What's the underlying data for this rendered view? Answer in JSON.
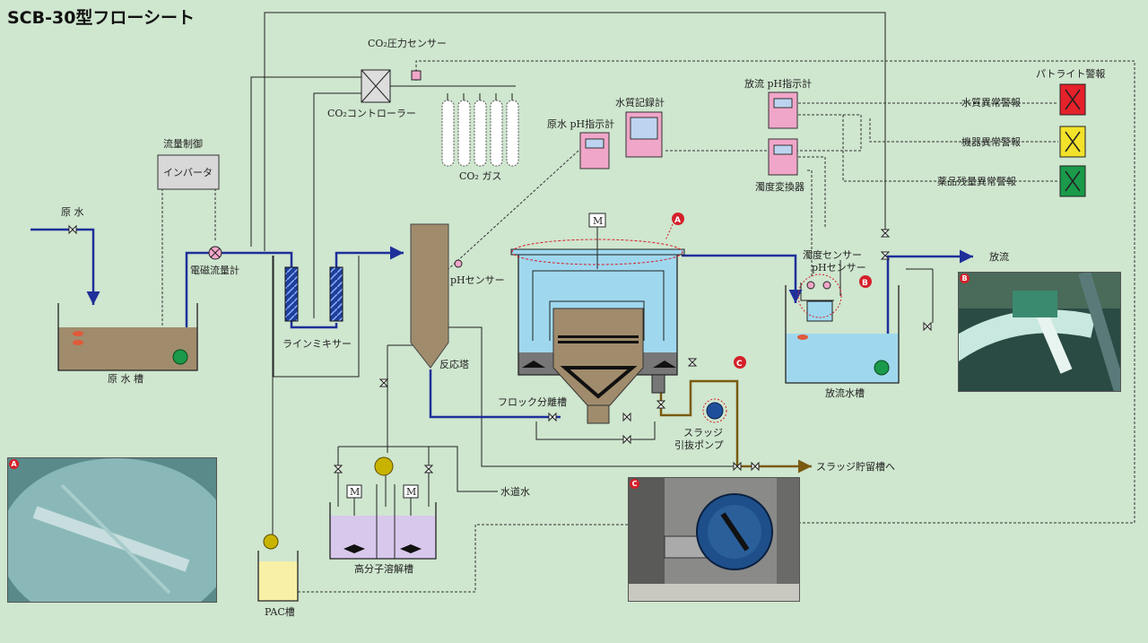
{
  "title": "SCB-30型フローシート",
  "labels": {
    "co2_pressure_sensor": "CO₂圧力センサー",
    "co2_controller": "CO₂コントローラー",
    "co2_gas": "CO₂ ガス",
    "flow_control": "流量制御",
    "inverter": "インバータ",
    "raw_water": "原 水",
    "em_flowmeter": "電磁流量計",
    "raw_water_tank": "原 水 槽",
    "line_mixer": "ラインミキサー",
    "ph_sensor": "pHセンサー",
    "reaction_tower": "反応塔",
    "raw_ph_indicator": "原水 pH指示計",
    "water_quality_recorder": "水質記録計",
    "discharge_ph_indicator": "放流 pH指示計",
    "turbidity_converter": "濁度変換器",
    "patlite_alarm": "パトライト警報",
    "water_quality_alarm": "水質異常警報",
    "equipment_alarm": "機器異常警報",
    "chemical_alarm": "薬品残量異常警報",
    "discharge": "放流",
    "turbidity_sensor": "濁度センサー",
    "ph_sensor_2": "pHセンサー",
    "discharge_tank": "放流水槽",
    "floc_separator": "フロック分離槽",
    "sludge_pump_1": "スラッジ",
    "sludge_pump_2": "引抜ポンプ",
    "sludge_storage": "スラッジ貯留槽へ",
    "tap_water": "水道水",
    "polymer_tank": "高分子溶解槽",
    "pac_tank": "PAC槽",
    "motor": "M"
  },
  "markers": {
    "a": "A",
    "b": "B",
    "c": "C"
  },
  "colors": {
    "background": "#cfe6cf",
    "water_pipe": "#1e2f9a",
    "sludge_pipe": "#7a5a10",
    "alarm_red": "#e5212a",
    "alarm_yellow": "#f2e22a",
    "alarm_green": "#1a9a4a",
    "instrument_pink": "#f0a6c8",
    "water": "#9fd8ee",
    "sludge": "#a08c6c",
    "marker": "#d4202a"
  }
}
